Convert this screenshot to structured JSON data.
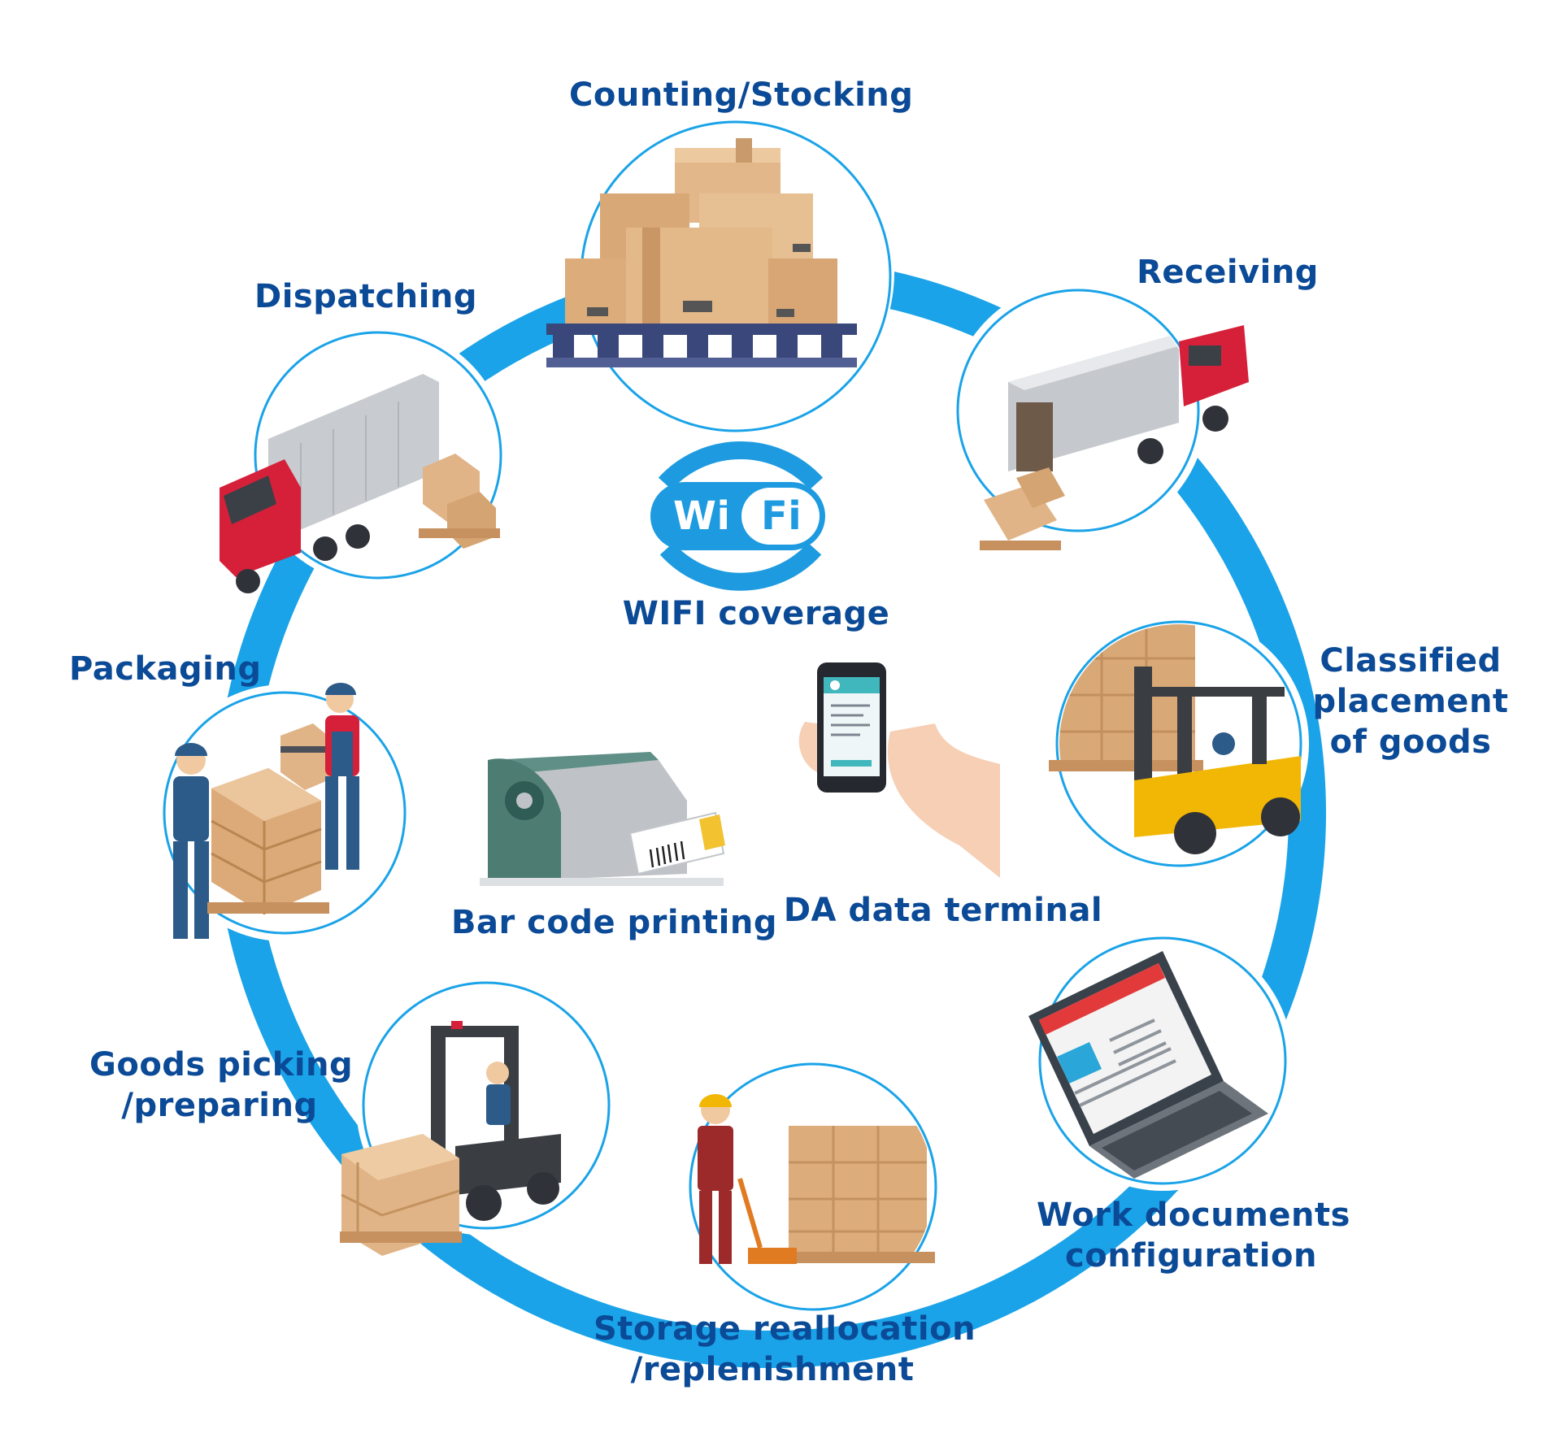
{
  "colors": {
    "ring": "#1aa3e8",
    "circle_stroke": "#1aa3e8",
    "label": "#0b4a96",
    "box": "#e0b487",
    "truck_cab": "#d6203a",
    "forklift": "#f2b705",
    "wifi_blue": "#1e9be0"
  },
  "stages": {
    "counting": {
      "label": "Counting/Stocking",
      "icon": "pallet-boxes-icon"
    },
    "receiving": {
      "label": "Receiving",
      "icon": "truck-unloading-icon"
    },
    "classified": {
      "line1": "Classified",
      "line2": "placement",
      "line3": "of goods",
      "icon": "forklift-icon"
    },
    "work_docs": {
      "line1": "Work documents",
      "line2": "configuration",
      "icon": "laptop-icon"
    },
    "storage": {
      "line1": "Storage reallocation",
      "line2": "/replenishment",
      "icon": "pallet-jack-icon"
    },
    "picking": {
      "line1": "Goods picking",
      "line2": "/preparing",
      "icon": "forklift-icon"
    },
    "packaging": {
      "label": "Packaging",
      "icon": "workers-boxes-icon"
    },
    "dispatching": {
      "label": "Dispatching",
      "icon": "truck-icon"
    }
  },
  "center": {
    "wifi": {
      "wi": "Wi",
      "fi": "Fi",
      "label": "WIFI coverage",
      "icon": "wifi-logo-icon"
    },
    "terminal": {
      "label": "DA data terminal",
      "icon": "phone-in-hand-icon"
    },
    "barcode": {
      "label": "Bar code printing",
      "icon": "barcode-printer-icon"
    }
  }
}
